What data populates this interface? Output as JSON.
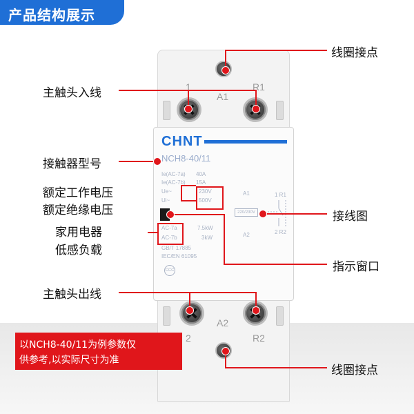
{
  "header": {
    "title": "产品结构展示"
  },
  "device": {
    "brand": "CHNT",
    "model": "NCH8-40/11",
    "top_terminals": {
      "left_num": "1",
      "right_num": "R1",
      "coil": "A1"
    },
    "bottom_terminals": {
      "left_num": "2",
      "right_num": "R2",
      "coil": "A2"
    },
    "specs": {
      "ie_ac7a_label": "Ie(AC-7a)",
      "ie_ac7a_value": "40A",
      "ie_ac7b_label": "Ie(AC-7b)",
      "ie_ac7b_value": "15A",
      "ue_label": "Ue~",
      "ue_value": "230V",
      "ui_label": "Ui~",
      "ui_value": "500V",
      "ac7a_label": "AC-7a",
      "ac7a_value": "7.5kW",
      "ac7b_label": "AC-7b",
      "ac7b_value": "3kW",
      "standard_1": "GB/T 17885",
      "standard_2": "IEC/EN 61095",
      "coil_box": "220/230V",
      "diagram_a1": "A1",
      "diagram_a2": "A2",
      "diagram_top": "1 R1",
      "diagram_bottom": "2 R2",
      "cert": "CCC"
    }
  },
  "callouts": {
    "coil_contact_top": "线圈接点",
    "main_contact_in": "主触头入线",
    "model_label": "接触器型号",
    "rated_working_voltage": "额定工作电压",
    "rated_insulation_voltage": "额定绝缘电压",
    "wiring_diagram": "接线图",
    "household_appliance": "家用电器",
    "low_inductive_load": "低感负载",
    "indicator_window": "指示窗口",
    "main_contact_out": "主触头出线",
    "coil_contact_bottom": "线圈接点"
  },
  "notice": {
    "line1": "以NCH8-40/11为例参数仅",
    "line2": "供参考,以实际尺寸为准"
  },
  "colors": {
    "accent_blue": "#1f6fd6",
    "callout_red": "#e0161b"
  }
}
